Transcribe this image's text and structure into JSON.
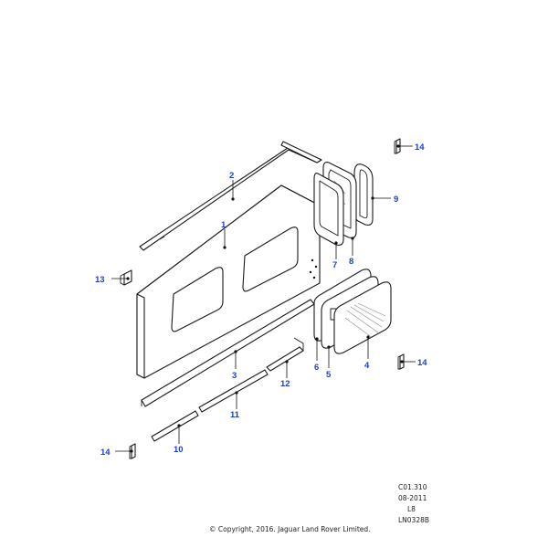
{
  "diagram": {
    "callouts": [
      "1",
      "2",
      "3",
      "4",
      "5",
      "6",
      "7",
      "8",
      "9",
      "10",
      "11",
      "12",
      "13",
      "14",
      "14",
      "14"
    ],
    "footer": {
      "code": "C01.310",
      "date": "08-2011",
      "level": "L8",
      "ref": "LN0328B",
      "copyright": "© Copyright, 2016. Jaguar Land Rover Limited."
    },
    "colors": {
      "callout": "#1a3fd6",
      "line": "#1a1a1a"
    }
  }
}
